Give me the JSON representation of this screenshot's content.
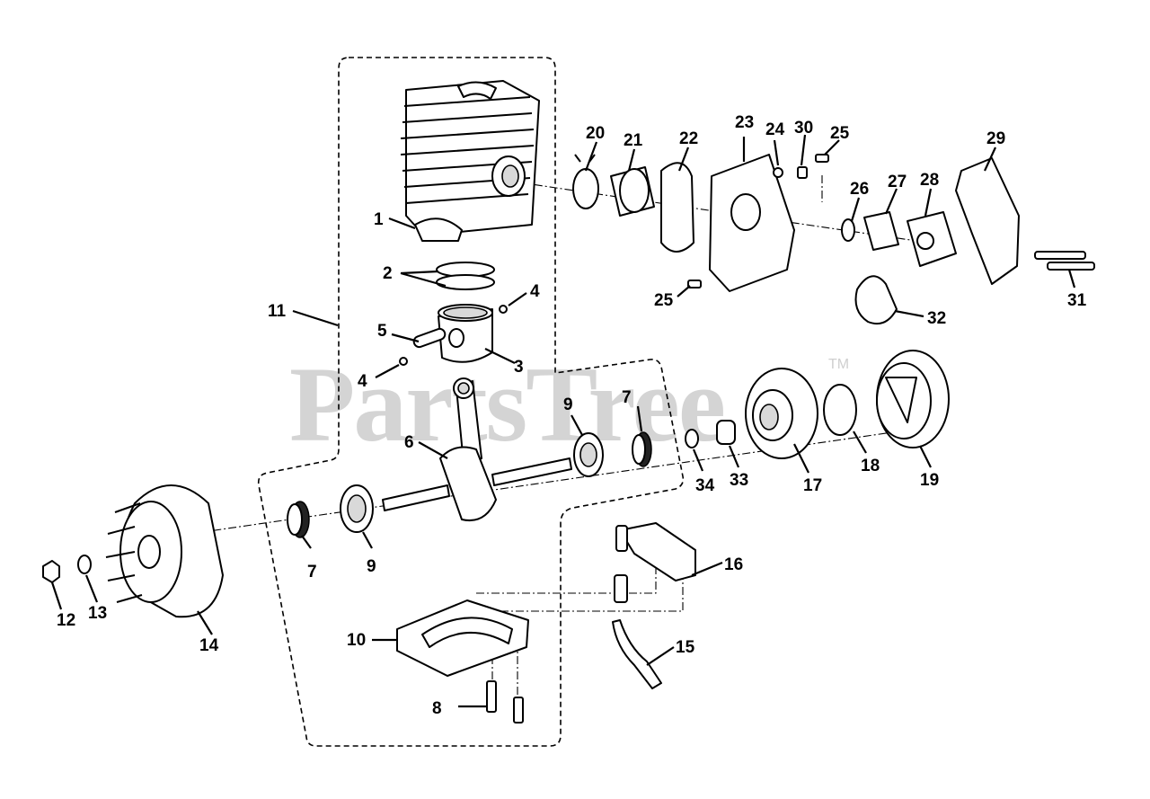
{
  "watermark": {
    "text": "PartsTree",
    "trademark": "TM"
  },
  "callouts": [
    {
      "id": "c1",
      "text": "1"
    },
    {
      "id": "c2",
      "text": "2"
    },
    {
      "id": "c3",
      "text": "3"
    },
    {
      "id": "c4a",
      "text": "4"
    },
    {
      "id": "c4b",
      "text": "4"
    },
    {
      "id": "c5",
      "text": "5"
    },
    {
      "id": "c6",
      "text": "6"
    },
    {
      "id": "c7a",
      "text": "7"
    },
    {
      "id": "c7b",
      "text": "7"
    },
    {
      "id": "c8",
      "text": "8"
    },
    {
      "id": "c9a",
      "text": "9"
    },
    {
      "id": "c9b",
      "text": "9"
    },
    {
      "id": "c10",
      "text": "10"
    },
    {
      "id": "c11",
      "text": "11"
    },
    {
      "id": "c12",
      "text": "12"
    },
    {
      "id": "c13",
      "text": "13"
    },
    {
      "id": "c14",
      "text": "14"
    },
    {
      "id": "c15",
      "text": "15"
    },
    {
      "id": "c16",
      "text": "16"
    },
    {
      "id": "c17",
      "text": "17"
    },
    {
      "id": "c18",
      "text": "18"
    },
    {
      "id": "c19",
      "text": "19"
    },
    {
      "id": "c20",
      "text": "20"
    },
    {
      "id": "c21",
      "text": "21"
    },
    {
      "id": "c22",
      "text": "22"
    },
    {
      "id": "c23",
      "text": "23"
    },
    {
      "id": "c24",
      "text": "24"
    },
    {
      "id": "c25a",
      "text": "25"
    },
    {
      "id": "c25b",
      "text": "25"
    },
    {
      "id": "c26",
      "text": "26"
    },
    {
      "id": "c27",
      "text": "27"
    },
    {
      "id": "c28",
      "text": "28"
    },
    {
      "id": "c29",
      "text": "29"
    },
    {
      "id": "c30",
      "text": "30"
    },
    {
      "id": "c31",
      "text": "31"
    },
    {
      "id": "c32",
      "text": "32"
    },
    {
      "id": "c33",
      "text": "33"
    },
    {
      "id": "c34",
      "text": "34"
    }
  ]
}
